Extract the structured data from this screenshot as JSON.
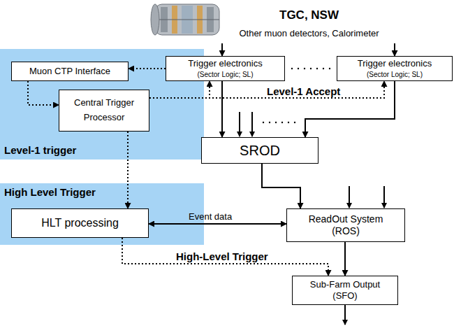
{
  "diagram": {
    "nodes": [
      {
        "text": [
          "TGC, NSW",
          "Other muon detectors, Calorimeter"
        ]
      },
      {
        "text": [
          "Level-1 trigger"
        ]
      },
      {
        "text": [
          "Muon CTP Interface"
        ],
        "in": 1
      },
      {
        "text": [
          "Central Trigger Processor"
        ],
        "in": 1
      },
      {
        "text": [
          "Trigger electronics",
          "(Sector Logic; SL)"
        ]
      },
      {
        "text": [
          "Trigger electronics",
          "(Sector Logic; SL)"
        ]
      },
      {
        "text": [
          "SROD"
        ]
      },
      {
        "text": [
          "High Level Trigger"
        ]
      },
      {
        "text": [
          "HLT processing"
        ],
        "in": 7
      },
      {
        "text": [
          "ReadOut System (ROS)"
        ]
      },
      {
        "text": [
          "Sub-Farm Output (SFO)"
        ]
      }
    ],
    "edges": [
      {
        "from": 0,
        "to": 4,
        "arrow": "to"
      },
      {
        "from": 0,
        "to": 5,
        "arrow": "to"
      },
      {
        "from": 4,
        "to": 2,
        "arrow": "to"
      },
      {
        "from": 2,
        "to": 3,
        "arrow": "to"
      },
      {
        "from": 3,
        "to": 4,
        "arrow": "to"
      },
      {
        "from": 3,
        "to": 5,
        "label": "Level-1 Accept",
        "arrow": "to"
      },
      {
        "from": 4,
        "to": 6,
        "arrow": "to"
      },
      {
        "from": 5,
        "to": 6,
        "arrow": "to"
      },
      {
        "from": 3,
        "to": 8,
        "arrow": "to"
      },
      {
        "from": 6,
        "to": 9,
        "arrow": "to"
      },
      {
        "from": 8,
        "to": 9,
        "label": "Event data",
        "arrow": "both"
      },
      {
        "from": 8,
        "to": 10,
        "label": "High-Level Trigger",
        "arrow": "to"
      },
      {
        "from": 9,
        "to": 10,
        "arrow": "to"
      }
    ]
  }
}
